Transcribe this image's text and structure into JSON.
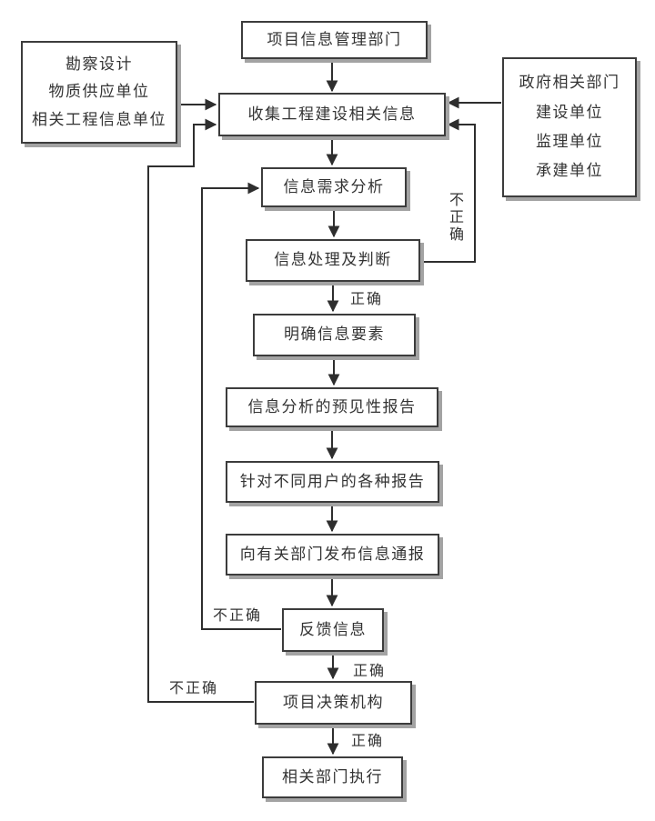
{
  "diagram": {
    "type": "flowchart",
    "language": "zh-CN",
    "topic": "项目信息管理流程"
  },
  "nodes": {
    "info_dept": {
      "label": "项目信息管理部门"
    },
    "left_sources": {
      "lines": [
        "勘察设计",
        "物质供应单位",
        "相关工程信息单位"
      ]
    },
    "right_sources": {
      "lines": [
        "政府相关部门",
        "建设单位",
        "监理单位",
        "承建单位"
      ]
    },
    "collect": {
      "label": "收集工程建设相关信息"
    },
    "demand_analysis": {
      "label": "信息需求分析"
    },
    "processing": {
      "label": "信息处理及判断"
    },
    "clarify_elements": {
      "label": "明确信息要素"
    },
    "predictive_report": {
      "label": "信息分析的预见性报告"
    },
    "user_reports": {
      "label": "针对不同用户的各种报告"
    },
    "publish_bulletin": {
      "label": "向有关部门发布信息通报"
    },
    "feedback": {
      "label": "反馈信息"
    },
    "decision_body": {
      "label": "项目决策机构"
    },
    "execute": {
      "label": "相关部门执行"
    }
  },
  "edge_labels": {
    "correct": "正确",
    "incorrect": "不正确"
  },
  "colors": {
    "line": "#2e2e2e",
    "border": "#3c3c3c",
    "shadow": "#a3a3a3",
    "text": "#333333",
    "background": "#ffffff"
  }
}
